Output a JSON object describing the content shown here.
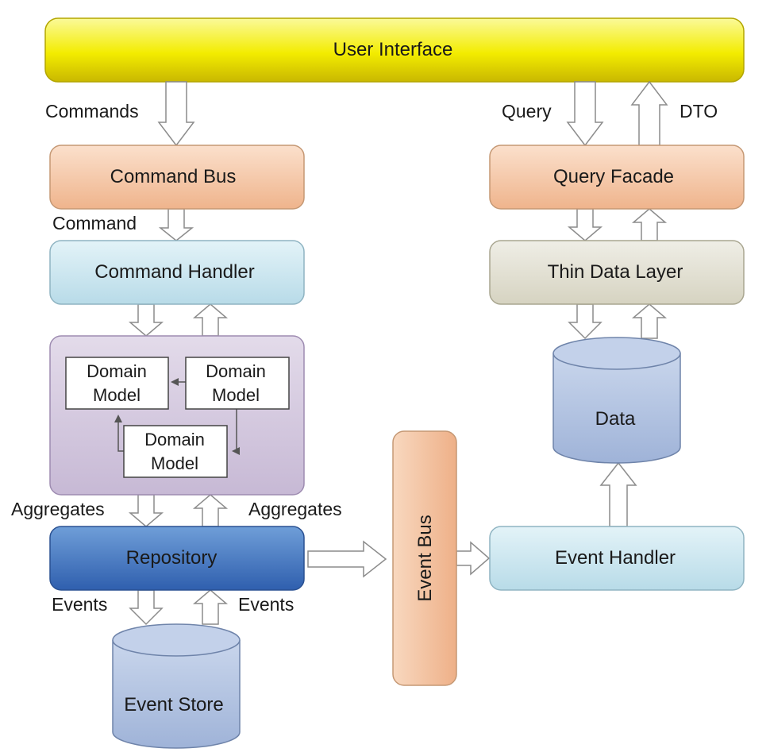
{
  "user_interface": "User Interface",
  "labels": {
    "commands": "Commands",
    "command": "Command",
    "query": "Query",
    "dto": "DTO",
    "aggregates_left": "Aggregates",
    "aggregates_right": "Aggregates",
    "events_left": "Events",
    "events_right": "Events"
  },
  "boxes": {
    "command_bus": "Command Bus",
    "command_handler": "Command Handler",
    "query_facade": "Query Facade",
    "thin_data_layer": "Thin Data Layer",
    "repository": "Repository",
    "event_bus": "Event Bus",
    "event_handler": "Event Handler"
  },
  "domain_models": [
    {
      "line1": "Domain",
      "line2": "Model"
    },
    {
      "line1": "Domain",
      "line2": "Model"
    },
    {
      "line1": "Domain",
      "line2": "Model"
    }
  ],
  "stores": {
    "data": "Data",
    "event_store": "Event Store"
  },
  "colors": {
    "ui_fill": "#f4f000",
    "orange_fill": "#f7c9a6",
    "light_blue_fill": "#cfe8f1",
    "beige_fill": "#e4e2d4",
    "purple_fill": "#d6cbe0",
    "repository_fill": "#3f74c0",
    "cylinder_fill": "#b4c5e2",
    "arrow_fill": "#ffffff",
    "arrow_stroke": "#8c8c8c"
  }
}
